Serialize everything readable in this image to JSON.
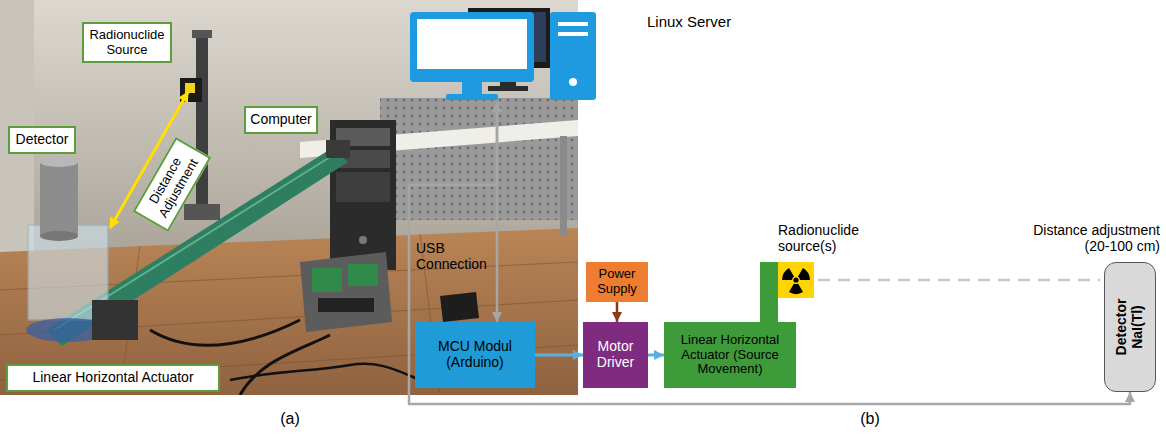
{
  "diagram": {
    "nodes": [
      {
        "text": [
          "Radionuclide Source"
        ]
      },
      {
        "text": [
          "Detector"
        ]
      },
      {
        "text": [
          "Computer"
        ]
      },
      {
        "text": [
          "Distance Adjustment"
        ]
      },
      {
        "text": [
          "Linear Horizontal Actuator"
        ]
      },
      {
        "text": [
          "Linux Server"
        ]
      },
      {
        "text": [
          "Power Supply"
        ]
      },
      {
        "text": [
          "MCU Modul (Arduino)"
        ]
      },
      {
        "text": [
          "Motor Driver"
        ]
      },
      {
        "text": [
          "Linear Horizontal Actuator (Source Movement)"
        ]
      },
      {
        "text": [
          "Detector NaI(Tl)"
        ]
      }
    ],
    "edges": [
      {
        "from": 5,
        "to": 7,
        "arrow": "both"
      },
      {
        "from": 5,
        "to": 10,
        "arrow": "to"
      },
      {
        "from": 7,
        "to": 8,
        "arrow": "to"
      },
      {
        "from": 6,
        "to": 8,
        "arrow": "to"
      },
      {
        "from": 8,
        "to": 9,
        "arrow": "to"
      }
    ],
    "labels": [
      "USB Connection",
      "Radionuclide source(s)",
      "Distance adjustment (20-100 cm)",
      "(a)",
      "(b)"
    ]
  }
}
